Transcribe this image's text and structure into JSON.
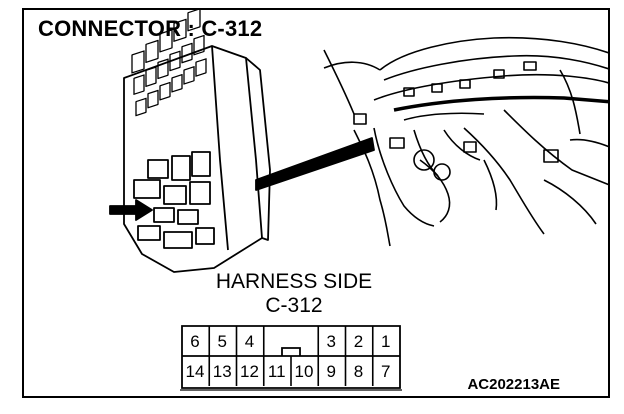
{
  "title": "CONNECTOR : C-312",
  "harness_side": "HARNESS SIDE",
  "connector_id": "C-312",
  "figure_code": "AC202213AE",
  "pins_top": [
    "6",
    "5",
    "4",
    "",
    "",
    "3",
    "2",
    "1"
  ],
  "pins_bottom": [
    "14",
    "13",
    "12",
    "11",
    "10",
    "9",
    "8",
    "7"
  ]
}
